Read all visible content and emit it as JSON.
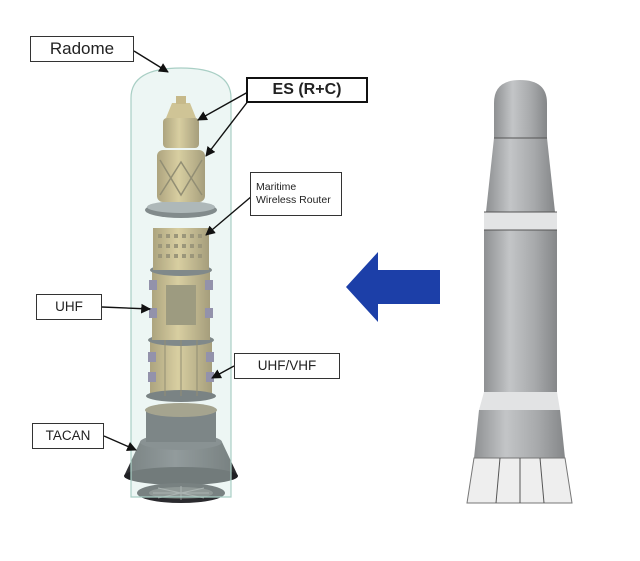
{
  "labels": {
    "radome": "Radome",
    "es": "ES (R+C)",
    "router_line1": "Maritime",
    "router_line2": "Wireless Router",
    "uhf": "UHF",
    "uhf_vhf": "UHF/VHF",
    "tacan": "TACAN"
  },
  "colors": {
    "radome_tint": "#d6ece6",
    "brass": "#c09a45",
    "dark_base": "#3e3e42",
    "arrow_blue": "#1c3fa8",
    "outer_model_gray": "#a9abad"
  }
}
